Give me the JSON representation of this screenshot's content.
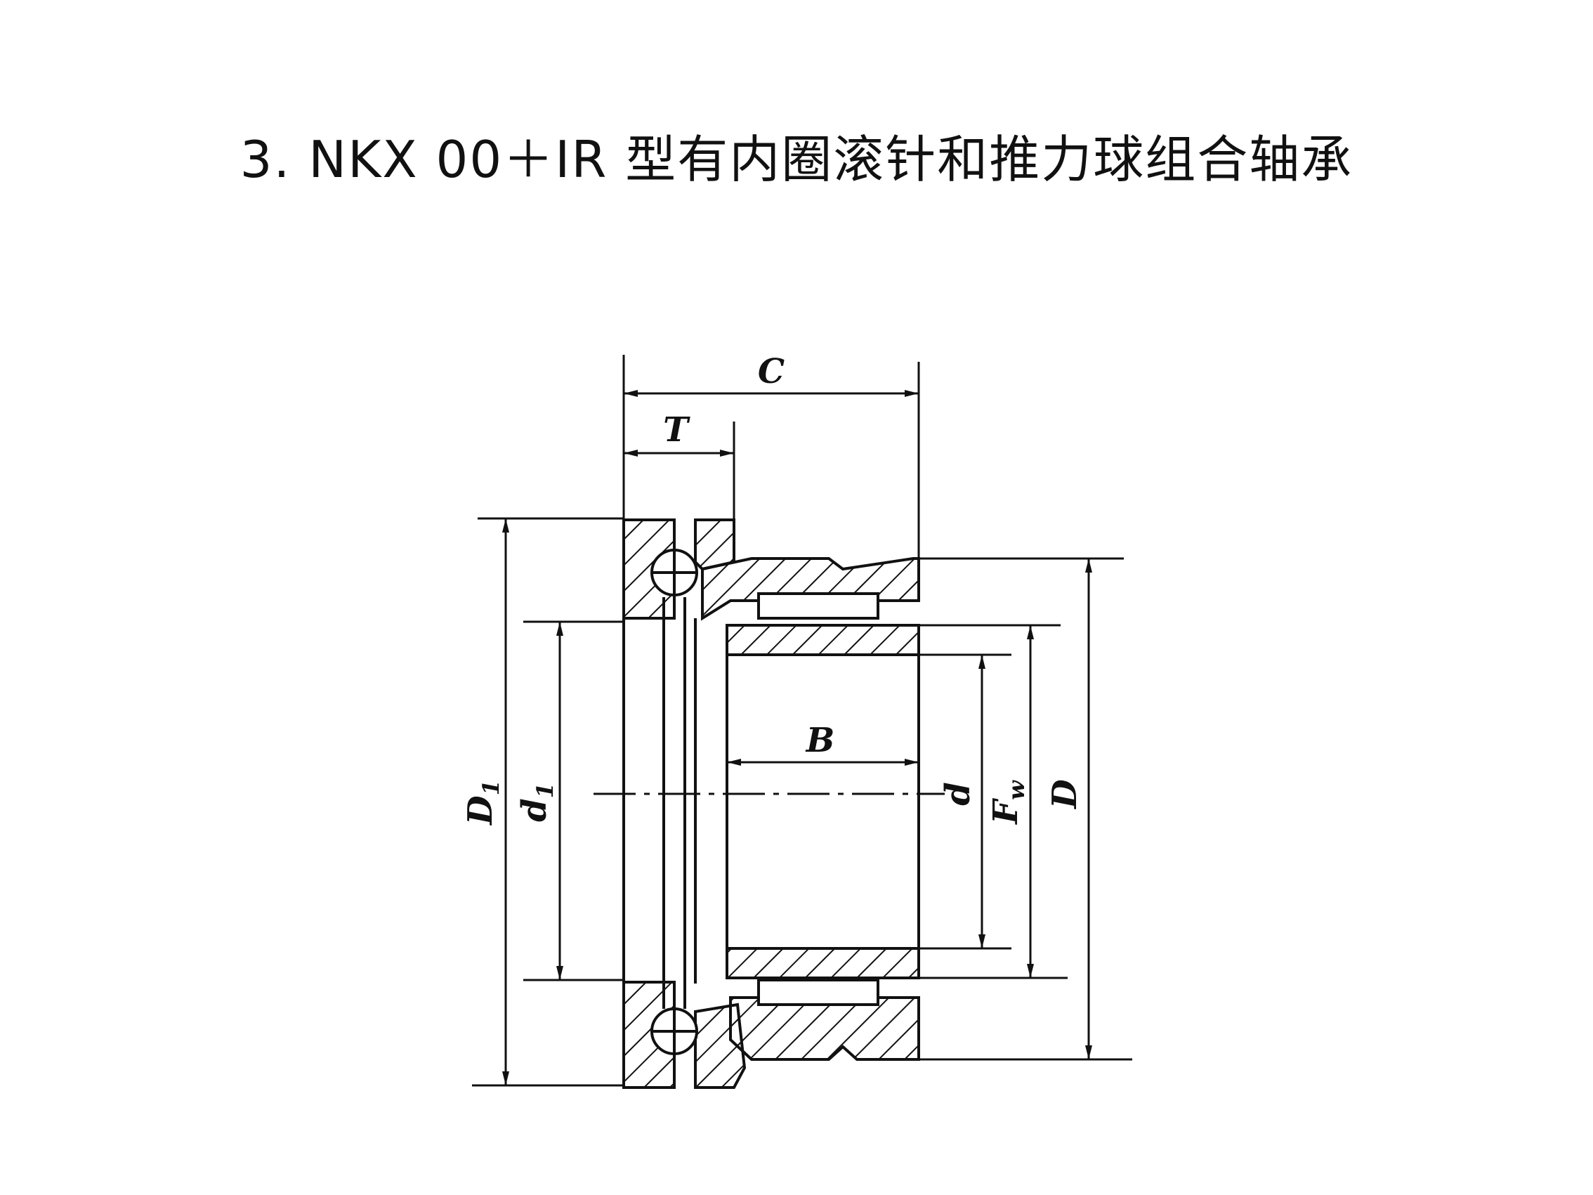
{
  "title": "3. NKX 00＋IR 型有内圈滚针和推力球组合轴承",
  "labels": {
    "C": "C",
    "T": "T",
    "B": "B",
    "D1_main": "D",
    "D1_sub": "1",
    "d1_main": "d",
    "d1_sub": "1",
    "d": "d",
    "Fw_main": "F",
    "Fw_sub": "w",
    "D": "D"
  },
  "colors": {
    "ink": "#111111",
    "background": "#ffffff"
  }
}
